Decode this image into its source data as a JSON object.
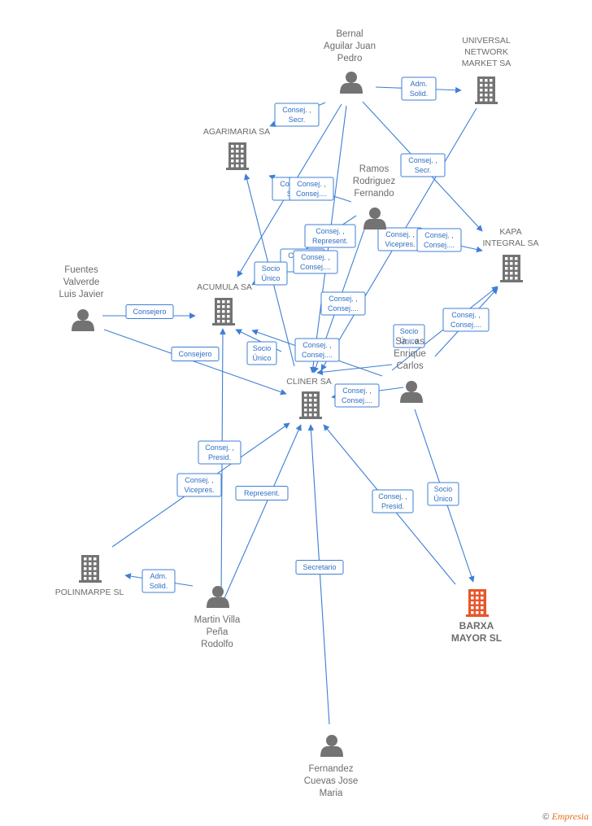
{
  "nodes": [
    {
      "id": "bernal",
      "kind": "person",
      "label": [
        "Bernal",
        "Aguilar Juan",
        "Pedro"
      ]
    },
    {
      "id": "universal",
      "kind": "company",
      "label": [
        "UNIVERSAL",
        "NETWORK",
        "MARKET SA"
      ]
    },
    {
      "id": "agarimaria",
      "kind": "company",
      "label": [
        "AGARIMARIA SA"
      ]
    },
    {
      "id": "ramos",
      "kind": "person",
      "label": [
        "Ramos",
        "Rodriguez",
        "Fernando"
      ]
    },
    {
      "id": "kapa",
      "kind": "company",
      "label": [
        "KAPA",
        "INTEGRAL SA"
      ]
    },
    {
      "id": "fuentes",
      "kind": "person",
      "label": [
        "Fuentes",
        "Valverde",
        "Luis Javier"
      ]
    },
    {
      "id": "acumula",
      "kind": "company",
      "label": [
        "ACUMULA SA"
      ]
    },
    {
      "id": "sanchez",
      "kind": "person",
      "label": [
        "Sa...as",
        "Enrique",
        "Carlos"
      ]
    },
    {
      "id": "cliner",
      "kind": "company",
      "label": [
        "CLINER SA"
      ]
    },
    {
      "id": "polinmarpe",
      "kind": "company",
      "label": [
        "POLINMARPE SL"
      ]
    },
    {
      "id": "martin",
      "kind": "person",
      "label": [
        "Martin Villa",
        "Peña",
        "Rodolfo"
      ]
    },
    {
      "id": "barxa",
      "kind": "focus",
      "label": [
        "BARXA",
        "MAYOR SL"
      ]
    },
    {
      "id": "fernandez",
      "kind": "person",
      "label": [
        "Fernandez",
        "Cuevas Jose",
        "Maria"
      ]
    }
  ],
  "edges": [
    {
      "label": [
        "Adm.",
        "Solid."
      ]
    },
    {
      "label": [
        "Consej. ,",
        "Secr."
      ]
    },
    {
      "label": [
        "Consej. ,",
        "Secr."
      ]
    },
    {
      "label": [
        "Consej. ,",
        "Se..."
      ]
    },
    {
      "label": [
        "Consej. ,",
        "Consej...."
      ]
    },
    {
      "label": [
        "Consej. ,",
        "Represent."
      ]
    },
    {
      "label": [
        "Consej. ,",
        "Vicepres."
      ]
    },
    {
      "label": [
        "Consej. ,",
        "Consej...."
      ]
    },
    {
      "label": [
        "Consej. ,",
        "Co..."
      ]
    },
    {
      "label": [
        "Consej. ,",
        "Consej...."
      ]
    },
    {
      "label": [
        "Socio",
        "Único"
      ]
    },
    {
      "label": [
        "Consejero"
      ]
    },
    {
      "label": [
        "Consejero"
      ]
    },
    {
      "label": [
        "Consej. ,",
        "Consej...."
      ]
    },
    {
      "label": [
        "Socio",
        "Único"
      ]
    },
    {
      "label": [
        "Consej. ,",
        "Consej...."
      ]
    },
    {
      "label": [
        "Socio",
        "Único"
      ]
    },
    {
      "label": [
        "Consej. ,",
        "Consej...."
      ]
    },
    {
      "label": [
        "Consej. ,",
        "Consej...."
      ]
    },
    {
      "label": [
        "Consej. ,",
        "Presid."
      ]
    },
    {
      "label": [
        "Consej. ,",
        "Vicepres."
      ]
    },
    {
      "label": [
        "Represent."
      ]
    },
    {
      "label": [
        "Consej. ,",
        "Presid."
      ]
    },
    {
      "label": [
        "Socio",
        "Único"
      ]
    },
    {
      "label": [
        "Adm.",
        "Solid."
      ]
    },
    {
      "label": [
        "Secretario"
      ]
    }
  ],
  "footer": {
    "copyright": "©",
    "brand": "Empresia"
  },
  "colors": {
    "edge": "#3d7fd6",
    "icon": "#737373",
    "focus": "#e8562a"
  }
}
